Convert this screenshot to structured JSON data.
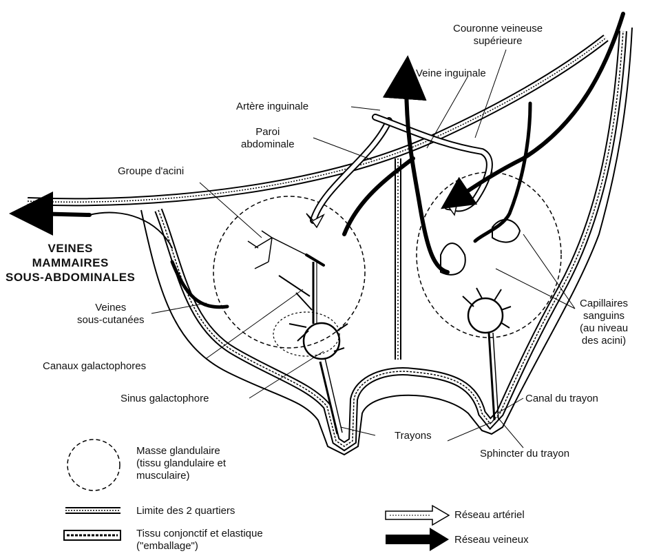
{
  "labels": {
    "couronne": "Couronne veineuse\nsupérieure",
    "veine_inguinale": "Veine inguinale",
    "artere_inguinale": "Artère inguinale",
    "paroi": "Paroi\nabdominale",
    "groupe_acini": "Groupe d'acini",
    "veines_mammaires": "VEINES\nMAMMAIRES\nSOUS-ABDOMINALES",
    "veines_sous_cutanees": "Veines\nsous-cutanées",
    "canaux": "Canaux galactophores",
    "sinus": "Sinus galactophore",
    "capillaires": "Capillaires\nsanguins\n(au niveau\ndes acini)",
    "canal_trayon": "Canal du trayon",
    "trayons": "Trayons",
    "sphincter": "Sphincter du trayon"
  },
  "legend": {
    "masse": "Masse glandulaire\n(tissu glandulaire et\nmusculaire)",
    "limite": "Limite des 2 quartiers",
    "tissu": "Tissu conjonctif et elastique\n(\"emballage\")",
    "arteriel": "Réseau artériel",
    "veineux": "Réseau veineux"
  }
}
